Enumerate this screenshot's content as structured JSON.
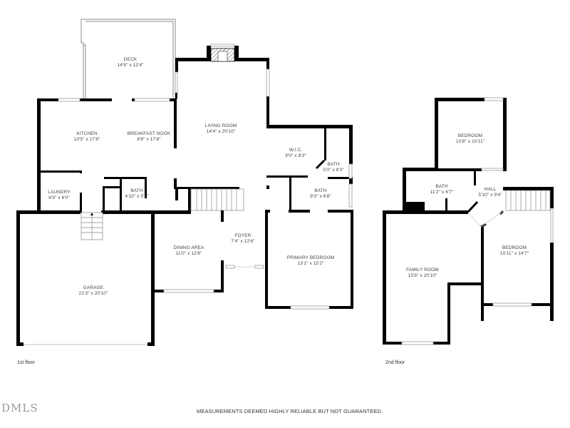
{
  "floors": [
    {
      "label": "1st floor",
      "rooms": [
        {
          "name": "DECK",
          "size": "14'9\" x 12'4\""
        },
        {
          "name": "KITCHEN",
          "size": "13'5\" x 17'8\""
        },
        {
          "name": "BREAKFAST NOOK",
          "size": "8'8\" x 17'8\""
        },
        {
          "name": "LIVING ROOM",
          "size": "14'4\" x 20'10\""
        },
        {
          "name": "W.I.C.",
          "size": "9'0\" x 8'3\""
        },
        {
          "name": "BATH",
          "size": "5'0\" x 8'3\""
        },
        {
          "name": "BATH",
          "size": "9'3\" x 6'8\""
        },
        {
          "name": "LAUNDRY",
          "size": "6'9\" x 6'0\""
        },
        {
          "name": "BATH",
          "size": "4'10\" x 5'1\""
        },
        {
          "name": "GARAGE",
          "size": "21'3\" x 20'10\""
        },
        {
          "name": "DINING AREA",
          "size": "11'0\" x 12'8\""
        },
        {
          "name": "FOYER",
          "size": "7'4\" x 12'6\""
        },
        {
          "name": "PRIMARY BEDROOM",
          "size": "13'1\" x 15'2\""
        }
      ]
    },
    {
      "label": "2nd floor",
      "rooms": [
        {
          "name": "BEDROOM",
          "size": "10'8\" x 10'11\""
        },
        {
          "name": "BATH",
          "size": "11'2\" x 6'7\""
        },
        {
          "name": "HALL",
          "size": "5'10\" x 9'4\""
        },
        {
          "name": "FAMILY ROOM",
          "size": "15'6\" x 20'10\""
        },
        {
          "name": "BEDROOM",
          "size": "10'11\" x 14'7\""
        }
      ]
    }
  ],
  "footer": {
    "disclaimer": "MEASUREMENTS DEEMED HIGHLY RELIABLE BUT NOT GUARANTEED.",
    "logo": "DMLS"
  },
  "colors": {
    "wall": "#000000",
    "window": "#bbbbbb",
    "text": "#444444"
  }
}
